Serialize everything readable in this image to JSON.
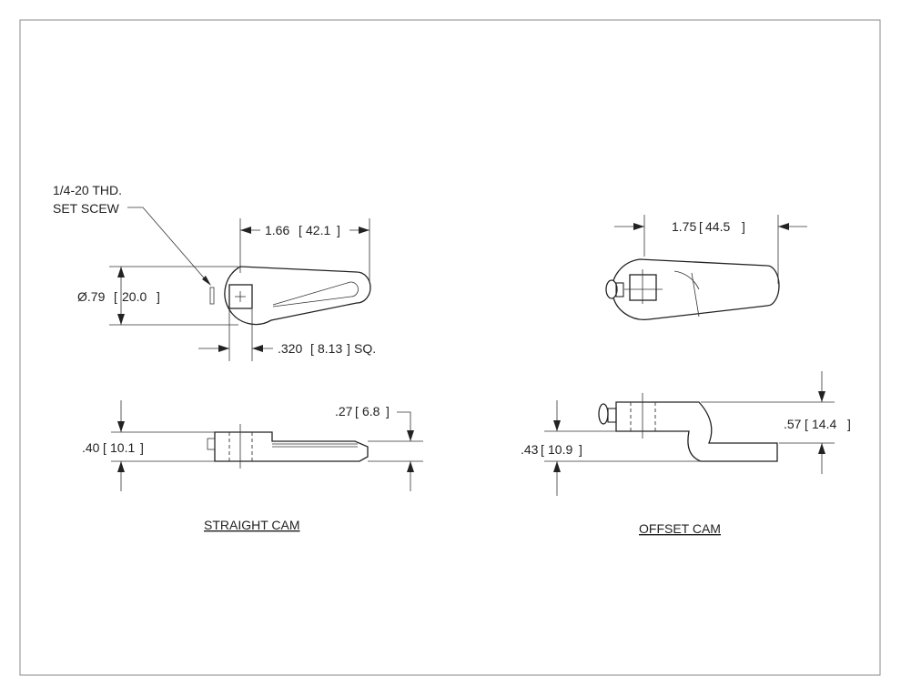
{
  "straight_cam": {
    "title": "STRAIGHT CAM",
    "setscrew_line1": "1/4-20 THD.",
    "setscrew_line2": "SET SCEW",
    "length_in": "1.66",
    "length_mm": "42.1",
    "diameter_in": "Ø.79",
    "diameter_mm": "20.0",
    "square_in": ".320",
    "square_mm": "8.13",
    "square_suffix": "SQ.",
    "height_in": ".40",
    "height_mm": "10.1",
    "arm_in": ".27",
    "arm_mm": "6.8"
  },
  "offset_cam": {
    "title": "OFFSET CAM",
    "length_in": "1.75",
    "length_mm": "44.5",
    "height_in": ".43",
    "height_mm": "10.9",
    "offset_in": ".57",
    "offset_mm": "14.4"
  }
}
